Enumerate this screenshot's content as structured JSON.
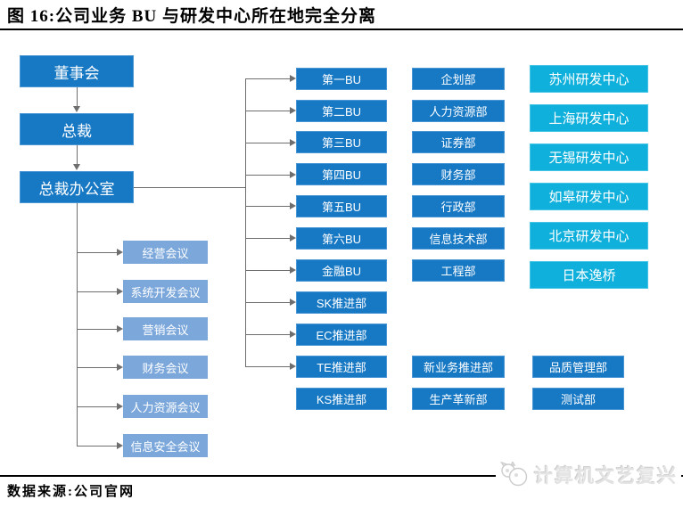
{
  "header": {
    "title": "图 16:公司业务 BU 与研发中心所在地完全分离"
  },
  "org": {
    "leadership": [
      "董事会",
      "总裁",
      "总裁办公室"
    ],
    "meetings": [
      "经营会议",
      "系统开发会议",
      "营销会议",
      "财务会议",
      "人力资源会议",
      "信息安全会议"
    ],
    "bu_column": [
      "第一BU",
      "第二BU",
      "第三BU",
      "第四BU",
      "第五BU",
      "第六BU",
      "金融BU",
      "SK推进部",
      "EC推进部",
      "TE推进部",
      "KS推进部"
    ],
    "dept_column": [
      "企划部",
      "人力资源部",
      "证券部",
      "财务部",
      "行政部",
      "信息技术部",
      "工程部"
    ],
    "dept_column_lower": [
      "新业务推进部",
      "生产革新部"
    ],
    "rnd_column": [
      "苏州研发中心",
      "上海研发中心",
      "无锡研发中心",
      "如皋研发中心",
      "北京研发中心",
      "日本逸桥"
    ],
    "rnd_column_lower": [
      "品质管理部",
      "测试部"
    ]
  },
  "footer": {
    "source": "数据来源:公司官网",
    "watermark": "计算机文艺复兴",
    "watermark_logo": "cat-fish-logo-icon"
  },
  "colors": {
    "box_blue": "#1778C4",
    "box_light_blue": "#7BA7DB",
    "box_cyan": "#10B0DC",
    "connector_gray": "#6e6e6e",
    "title_black": "#000000",
    "watermark_gray": "#e3e3e3"
  }
}
